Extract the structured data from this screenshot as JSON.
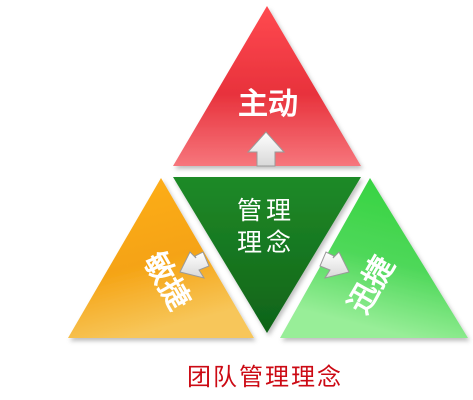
{
  "diagram": {
    "top": {
      "label": "主动",
      "color": "#e8323c"
    },
    "left": {
      "label": "敏捷",
      "color": "#f5a313"
    },
    "right": {
      "label": "迅捷",
      "color": "#3ecf4a"
    },
    "center": {
      "line1": "管理",
      "line2": "理念",
      "color": "#1a7a22"
    },
    "caption": {
      "text": "团队管理理念",
      "color": "#cc0a14"
    }
  }
}
